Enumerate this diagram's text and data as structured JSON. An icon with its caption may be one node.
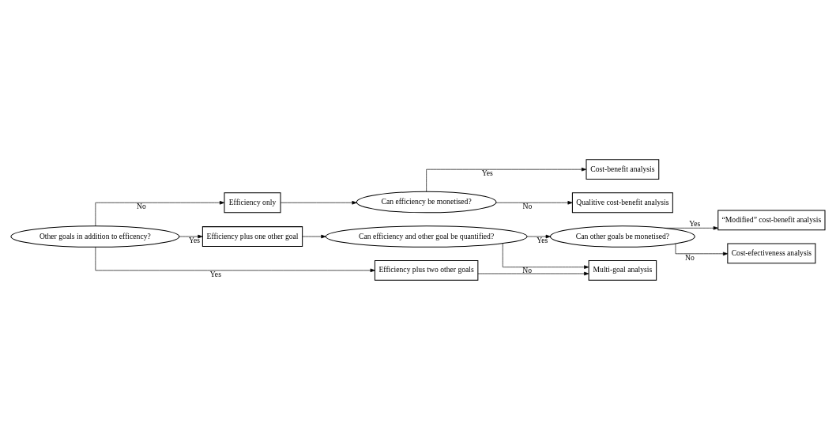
{
  "diagram": {
    "nodes": [
      {
        "text": [
          "Other goals in addition to efficency?"
        ]
      },
      {
        "text": [
          "Efficiency only"
        ]
      },
      {
        "text": [
          "Efficiency plus one other goal"
        ]
      },
      {
        "text": [
          "Efficiency plus two other goals"
        ]
      },
      {
        "text": [
          "Can efficiency be monetised?"
        ]
      },
      {
        "text": [
          "Can efficiency and other goal be quantified?"
        ]
      },
      {
        "text": [
          "Can other goals be monetised?"
        ]
      },
      {
        "text": [
          "Cost-benefit analysis"
        ]
      },
      {
        "text": [
          "Qualitive cost-benefit analysis"
        ]
      },
      {
        "text": [
          "“Modified” cost-benefit analysis"
        ]
      },
      {
        "text": [
          "Cost-efectiveness analysis"
        ]
      },
      {
        "text": [
          "Multi-goal analysis"
        ]
      }
    ],
    "edges": [
      {
        "from": 0,
        "to": 1,
        "arrow": "to",
        "label": "No"
      },
      {
        "from": 0,
        "to": 2,
        "arrow": "to",
        "label": "Yes"
      },
      {
        "from": 0,
        "to": 3,
        "arrow": "to",
        "label": "Yes"
      },
      {
        "from": 1,
        "to": 4,
        "arrow": "to"
      },
      {
        "from": 2,
        "to": 5,
        "arrow": "to"
      },
      {
        "from": 4,
        "to": 7,
        "arrow": "to",
        "label": "Yes"
      },
      {
        "from": 4,
        "to": 8,
        "arrow": "to",
        "label": "No"
      },
      {
        "from": 5,
        "to": 6,
        "arrow": "to",
        "label": "Yes"
      },
      {
        "from": 5,
        "to": 11,
        "arrow": "to",
        "label": "No"
      },
      {
        "from": 3,
        "to": 11,
        "arrow": "to"
      },
      {
        "from": 6,
        "to": 9,
        "arrow": "to",
        "label": "Yes"
      },
      {
        "from": 6,
        "to": 10,
        "arrow": "to",
        "label": "No"
      }
    ]
  }
}
